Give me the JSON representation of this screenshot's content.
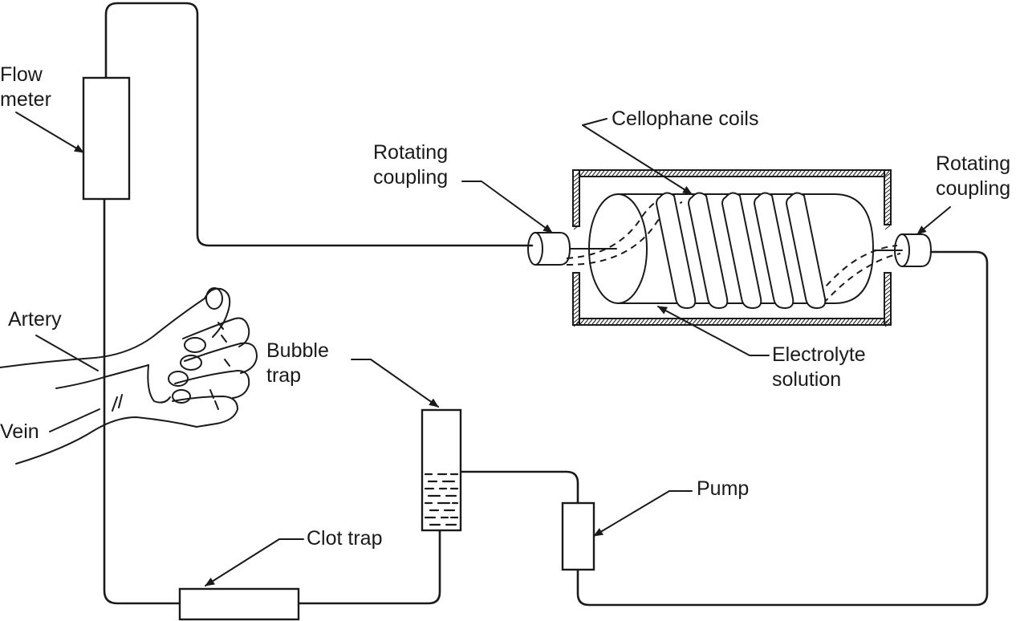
{
  "labels": {
    "flow_meter": [
      "Flow",
      "meter"
    ],
    "rotating_coupling_left": [
      "Rotating",
      "coupling"
    ],
    "rotating_coupling_right": [
      "Rotating",
      "coupling"
    ],
    "cellophane_coils": "Cellophane coils",
    "artery": "Artery",
    "vein": "Vein",
    "bubble_trap": [
      "Bubble",
      "trap"
    ],
    "electrolyte_solution": [
      "Electrolyte",
      "solution"
    ],
    "pump": "Pump",
    "clot_trap": "Clot trap"
  },
  "colors": {
    "stroke": "#1a1a1a",
    "background": "#ffffff"
  }
}
